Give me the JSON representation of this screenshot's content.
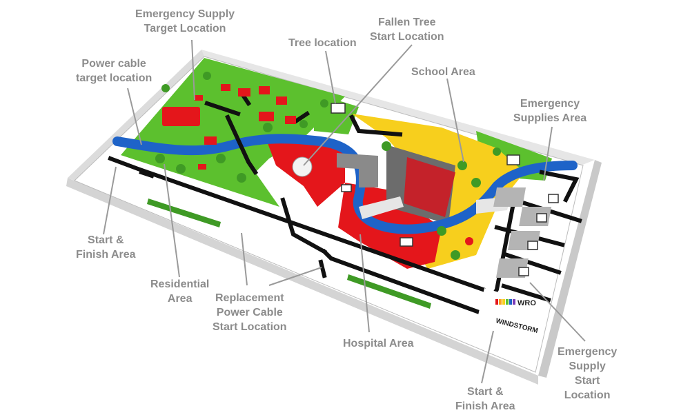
{
  "labels": {
    "emergency_supply_target": [
      "Emergency Supply",
      "Target Location"
    ],
    "fallen_tree_start": [
      "Fallen Tree",
      "Start Location"
    ],
    "tree_location": [
      "Tree location"
    ],
    "power_cable_target": [
      "Power cable",
      "target location"
    ],
    "school_area": [
      "School Area"
    ],
    "emergency_supplies_area": [
      "Emergency",
      "Supplies Area"
    ],
    "start_finish_left": [
      "Start  &",
      "Finish Area"
    ],
    "residential_area": [
      "Residential",
      "Area"
    ],
    "replacement_power_cable": [
      "Replacement",
      "Power Cable",
      "Start Location"
    ],
    "hospital_area": [
      "Hospital Area"
    ],
    "emergency_supply_start": [
      "Emergency",
      "Supply",
      "Start",
      "Location"
    ],
    "start_finish_bottom": [
      "Start &",
      "Finish  Area"
    ]
  },
  "mat": {
    "logo_text": "WRO",
    "theme_text": "WINDSTORM"
  },
  "colors": {
    "label": "#8c8c8c",
    "callout": "#9a9a9a",
    "grass": "#5cc02e",
    "river": "#1e63c8",
    "hospital_red": "#e4161b",
    "school_yellow": "#f7cf1d",
    "road": "#ffffff",
    "wall": "#f2f2f2",
    "line": "#111111"
  }
}
